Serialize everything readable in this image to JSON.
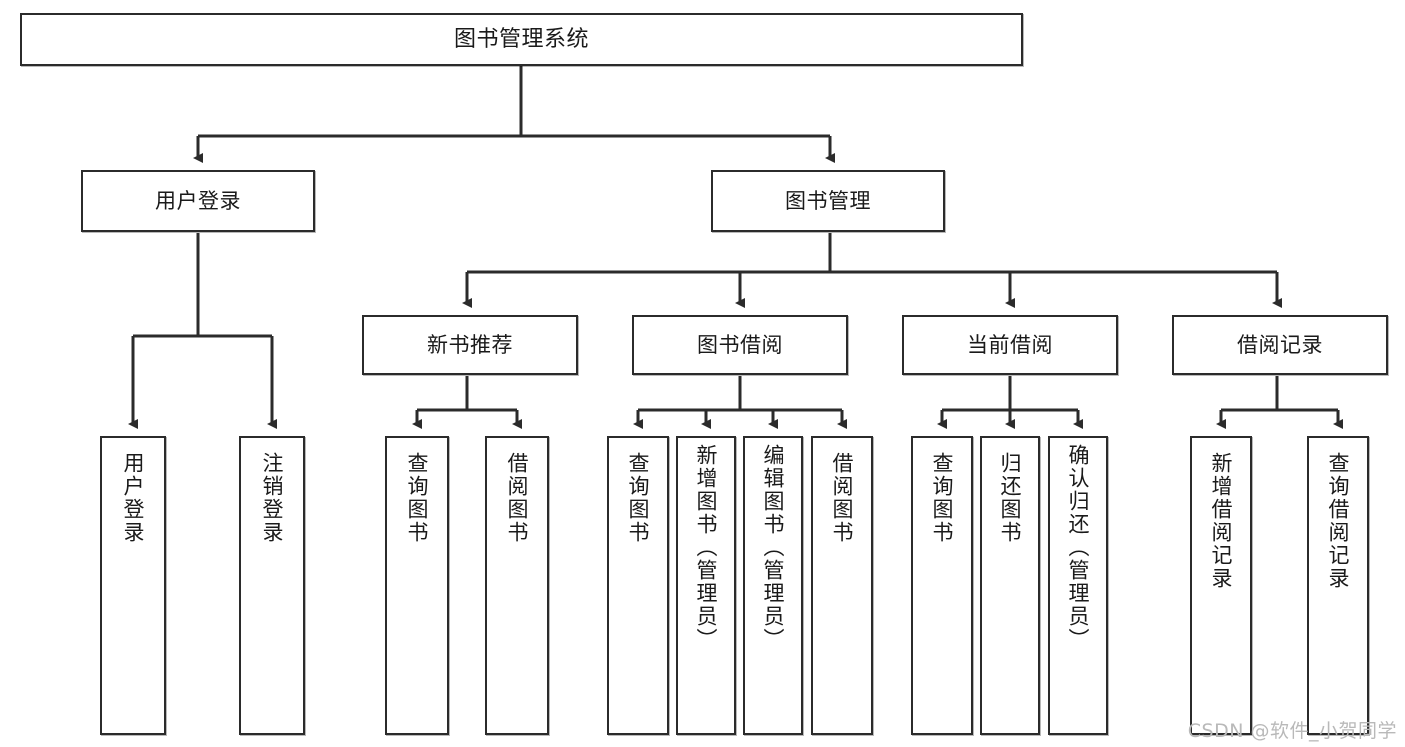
{
  "diagram": {
    "title": "图书管理系统",
    "watermark": "CSDN @软件_小贺同学",
    "edge_color": "#2b2b2b",
    "box_border_color": "#2b2b2b",
    "box_fill_color": "#ffffff",
    "background_color": "#ffffff",
    "levels": {
      "root": {
        "label": "图书管理系统"
      },
      "level2": [
        {
          "label": "用户登录"
        },
        {
          "label": "图书管理"
        }
      ],
      "level3": [
        {
          "label": "新书推荐"
        },
        {
          "label": "图书借阅"
        },
        {
          "label": "当前借阅"
        },
        {
          "label": "借阅记录"
        }
      ],
      "leaves": {
        "user_login": [
          {
            "label": "用户登录"
          },
          {
            "label": "注销登录"
          }
        ],
        "new_book_recommend": [
          {
            "label": "查询图书"
          },
          {
            "label": "借阅图书"
          }
        ],
        "book_borrow": [
          {
            "label": "查询图书"
          },
          {
            "label": "新增图书（管理员）"
          },
          {
            "label": "编辑图书（管理员）"
          },
          {
            "label": "借阅图书"
          }
        ],
        "current_borrow": [
          {
            "label": "查询图书"
          },
          {
            "label": "归还图书"
          },
          {
            "label": "确认归还（管理员）"
          }
        ],
        "borrow_records": [
          {
            "label": "新增借阅记录"
          },
          {
            "label": "查询借阅记录"
          }
        ]
      }
    }
  }
}
